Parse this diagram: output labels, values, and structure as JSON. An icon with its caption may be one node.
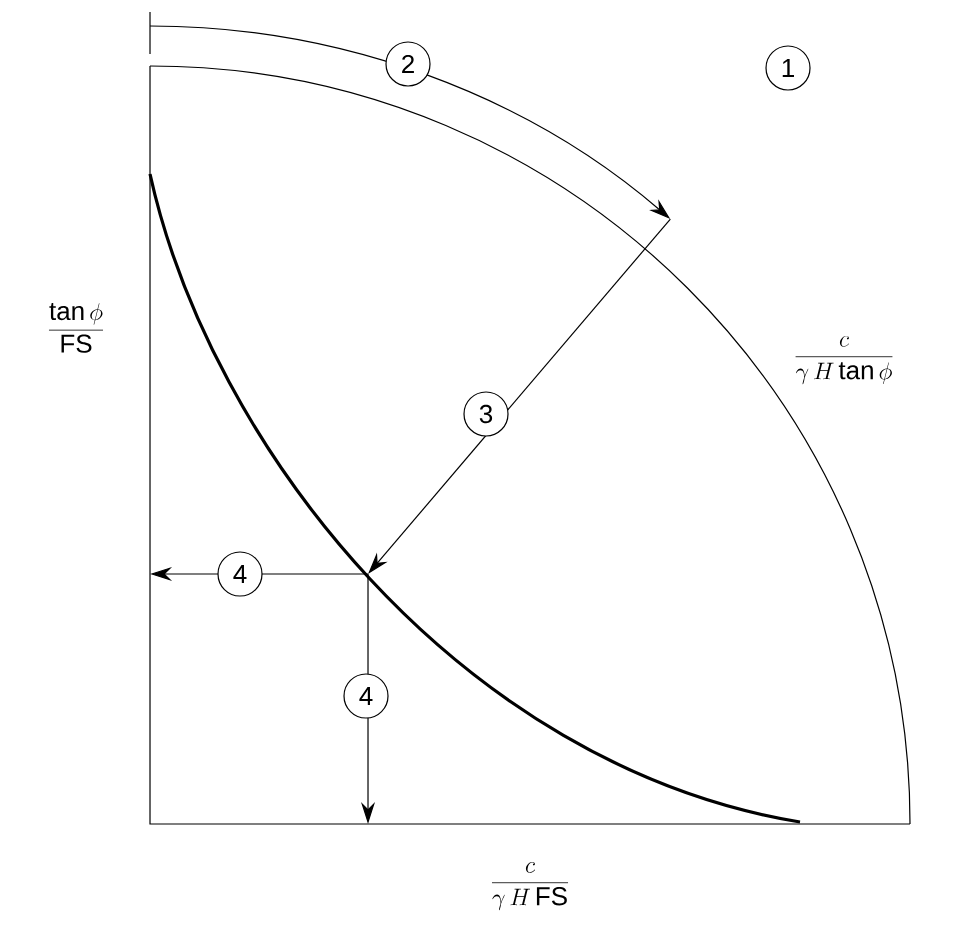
{
  "diagram": {
    "labels": [
      "2",
      "1",
      "\\frac{c}{\\gamma\\, H \\tan\\phi}",
      "\\frac{\\tan\\phi}{\\mathrm{FS}}",
      "3",
      "4",
      "4",
      "\\frac{c}{\\gamma\\, H\\,\\mathrm{FS}}"
    ]
  }
}
